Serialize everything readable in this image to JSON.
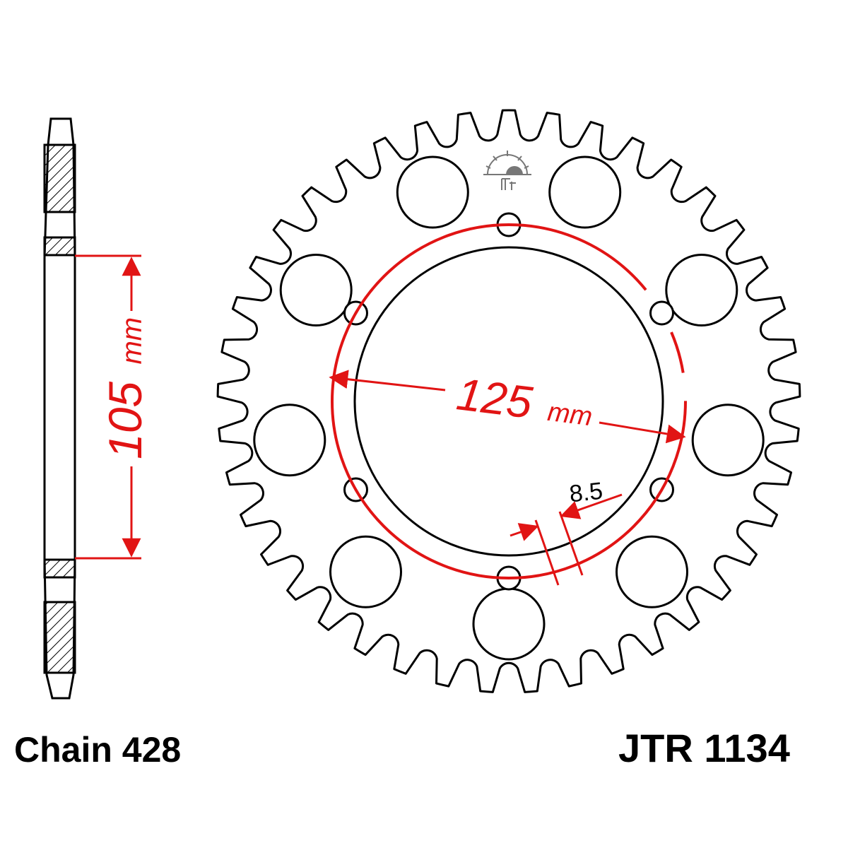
{
  "chain_label": "Chain 428",
  "part_number": "JTR 1134",
  "hub_dimension": {
    "value": "105",
    "unit": "mm"
  },
  "bolt_circle_dimension": {
    "value": "125",
    "unit": "mm"
  },
  "bolt_hole_diameter": "8.5",
  "sprocket": {
    "teeth": 41,
    "large_holes": 9,
    "bolt_holes": 6
  },
  "colors": {
    "outline": "#000000",
    "dimension": "#e11414",
    "background": "#ffffff"
  },
  "icons": [
    "manufacturer-logo-icon"
  ]
}
